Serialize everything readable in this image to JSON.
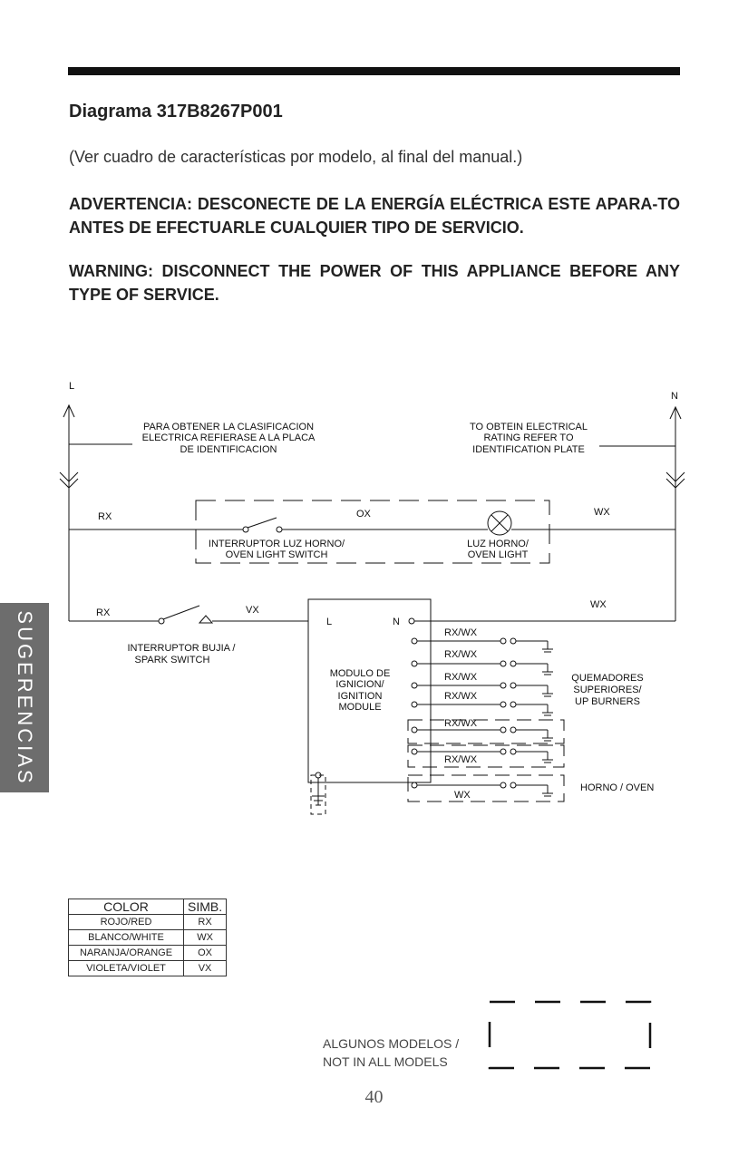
{
  "header": {
    "title": "Diagrama 317B8267P001",
    "subtitle": "(Ver cuadro de características por modelo, al final del manual.)",
    "warning_es": "ADVERTENCIA: DESCONECTE DE LA ENERGÍA ELÉCTRICA ESTE APARA-TO ANTES DE EFECTUARLE CUALQUIER TIPO DE SERVICIO.",
    "warning_en": "WARNING: DISCONNECT THE POWER OF THIS APPLIANCE BEFORE ANY TYPE OF SERVICE."
  },
  "side_tab": {
    "label": "SUGERENCIAS"
  },
  "diagram": {
    "line_l": "L",
    "line_n": "N",
    "rating_es": [
      "PARA OBTENER LA CLASIFICACION",
      "ELECTRICA REFIERASE A LA PLACA",
      "DE IDENTIFICACION"
    ],
    "rating_en": [
      "TO OBTEIN ELECTRICAL",
      "RATING REFER TO",
      "IDENTIFICATION PLATE"
    ],
    "wire_rx_top": "RX",
    "wire_ox": "OX",
    "wire_wx_top": "WX",
    "light_switch": [
      "INTERRUPTOR LUZ HORNO/",
      "OVEN LIGHT SWITCH"
    ],
    "oven_light": [
      "LUZ HORNO/",
      "OVEN LIGHT"
    ],
    "wire_rx_bottom": "RX",
    "wire_vx": "VX",
    "wire_wx_bottom": "WX",
    "spark_switch": [
      "INTERRUPTOR BUJIA /",
      "SPARK SWITCH"
    ],
    "module_l": "L",
    "module_n": "N",
    "module": [
      "MODULO DE",
      "IGNICION/",
      "IGNITION",
      "MODULE"
    ],
    "burner_wires": [
      "RX/WX",
      "RX/WX",
      "RX/WX",
      "RX/WX",
      "RX/WX",
      "RX/WX"
    ],
    "oven_wire": "WX",
    "up_burners": [
      "QUEMADORES",
      "SUPERIORES/",
      "UP BURNERS"
    ],
    "oven": "HORNO / OVEN"
  },
  "legend": {
    "headers": [
      "COLOR",
      "SIMB."
    ],
    "rows": [
      [
        "ROJO/RED",
        "RX"
      ],
      [
        "BLANCO/WHITE",
        "WX"
      ],
      [
        "NARANJA/ORANGE",
        "OX"
      ],
      [
        "VIOLETA/VIOLET",
        "VX"
      ]
    ]
  },
  "note": {
    "line1": "ALGUNOS  MODELOS  /",
    "line2": "NOT IN ALL MODELS"
  },
  "page_number": "40"
}
